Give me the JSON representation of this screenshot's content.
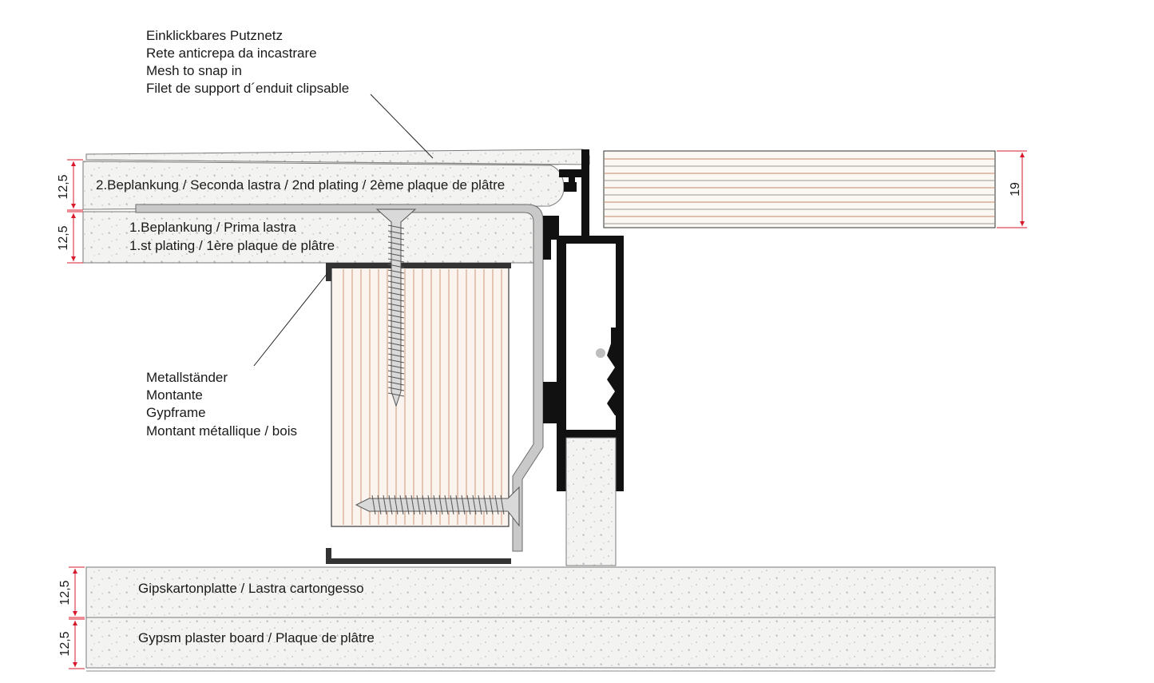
{
  "labels": {
    "mesh": {
      "line1": "Einklickbares Putznetz",
      "line2": "Rete anticrepa da incastrare",
      "line3": "Mesh to snap in",
      "line4": "Filet de support d´enduit clipsable"
    },
    "second_plating": "2.Beplankung / Seconda lastra / 2nd plating / 2ème plaque de plâtre",
    "first_plating": {
      "line1": "1.Beplankung / Prima lastra",
      "line2": "1.st plating / 1ère plaque de plâtre"
    },
    "stud": {
      "line1": "Metallständer",
      "line2": "Montante",
      "line3": "Gypframe",
      "line4": "Montant métallique / bois"
    },
    "board_top": "Gipskartonplatte / Lastra cartongesso",
    "board_bottom": "Gypsm plaster board / Plaque de plâtre"
  },
  "dimensions": {
    "d1": "12,5",
    "d2": "12,5",
    "d3": "12,5",
    "d4": "12,5",
    "d5": "19"
  },
  "colors": {
    "dimension": "#d8182a",
    "profile": "#111111",
    "wood_grain": "#c98a6a",
    "board_fill": "#f1f1ef"
  }
}
